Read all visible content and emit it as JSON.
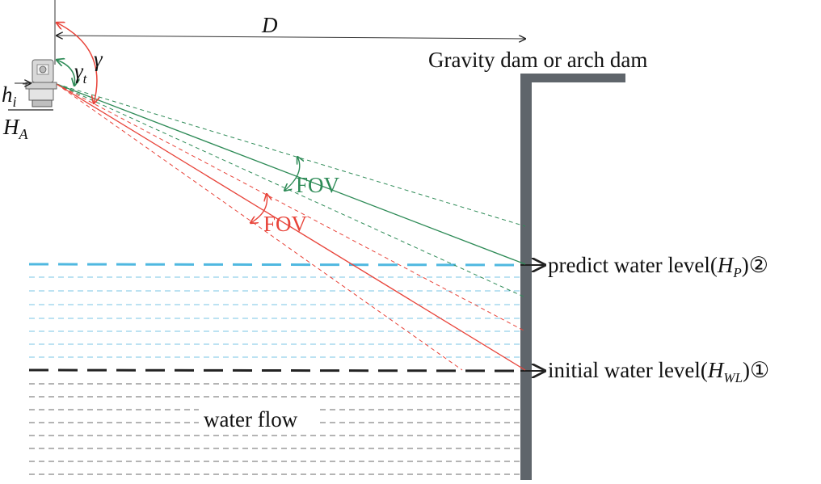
{
  "diagram": {
    "distance_label": "D",
    "dam_label": "Gravity dam or arch dam",
    "gamma_label": "γ",
    "gamma_t_main": "γ",
    "gamma_t_sub": "t",
    "hi_main": "h",
    "hi_sub": "i",
    "HA_main": "H",
    "HA_sub": "A",
    "fov_green": "FOV",
    "fov_red": "FOV",
    "predict_prefix": "predict water level(",
    "predict_var": "H",
    "predict_sub": "P",
    "predict_suffix": ")②",
    "initial_prefix": "initial water level(",
    "initial_var": "H",
    "initial_sub": "WL",
    "initial_suffix": ")①",
    "water_flow": "water flow"
  },
  "colors": {
    "green": "#2e8b57",
    "red": "#e8443a",
    "cyan": "#4fb8e0",
    "dam": "#5f656b",
    "dark": "#222222"
  }
}
